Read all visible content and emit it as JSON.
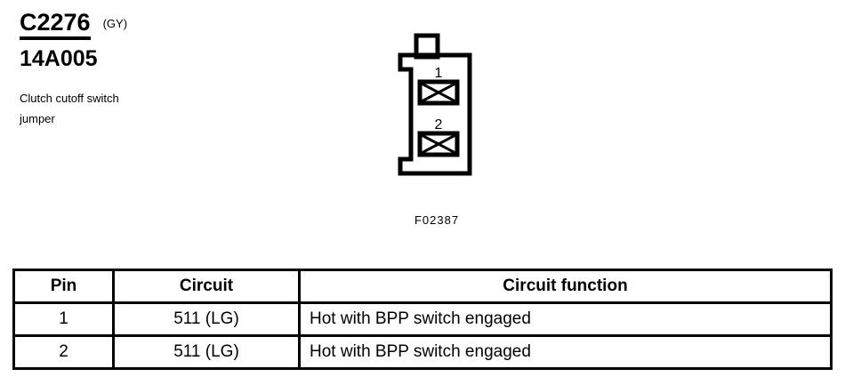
{
  "header": {
    "connector_id": "C2276",
    "connector_color": "(GY)",
    "part_number": "14A005",
    "description_line1": "Clutch cutoff switch",
    "description_line2": "jumper"
  },
  "figure": {
    "label": "F02387",
    "pin_labels": [
      "1",
      "2"
    ],
    "terminal_count": 2,
    "line_color": "#000000"
  },
  "table": {
    "headers": {
      "pin": "Pin",
      "circuit": "Circuit",
      "function": "Circuit function"
    },
    "rows": [
      {
        "pin": "1",
        "circuit": "511 (LG)",
        "function": "Hot with BPP switch engaged"
      },
      {
        "pin": "2",
        "circuit": "511 (LG)",
        "function": "Hot with BPP switch engaged"
      }
    ]
  }
}
